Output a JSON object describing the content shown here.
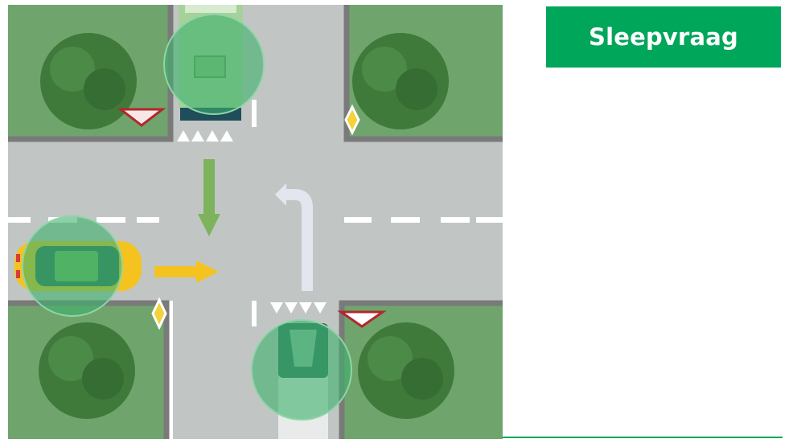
{
  "header": {
    "badge_label": "Sleepvraag"
  },
  "colors": {
    "accent": "#00a65a",
    "road": "#c1c6c4",
    "grass": "#6fa56d",
    "curb": "#7a7a7a",
    "tree": "#3f7a3b",
    "marker": "#3db06d",
    "car": "#f4c31f",
    "arrow_straight": "#7cb35c",
    "arrow_right": "#f4c31f",
    "arrow_left": "#e3e6ee"
  },
  "scene": {
    "participants": [
      {
        "name": "bus",
        "icon": "bus-icon",
        "draggable_marker": true
      },
      {
        "name": "car",
        "icon": "car-icon",
        "draggable_marker": true
      },
      {
        "name": "truck",
        "icon": "truck-icon",
        "draggable_marker": true
      }
    ],
    "signs": [
      "priority-road-sign",
      "priority-road-sign",
      "yield-sign",
      "yield-sign"
    ],
    "arrows": [
      "straight-down-arrow",
      "right-arrow",
      "left-turn-arrow"
    ]
  }
}
